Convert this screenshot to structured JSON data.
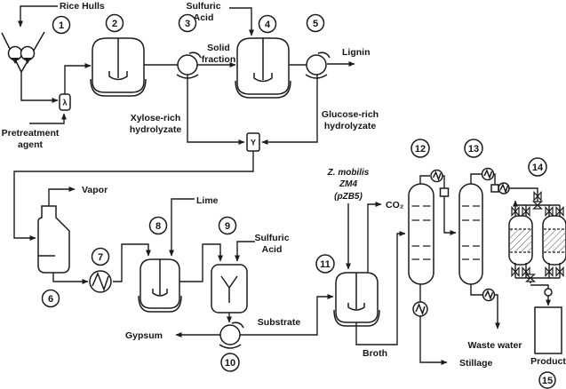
{
  "labels": {
    "rice_hulls": "Rice Hulls",
    "pretreatment_agent": [
      "Pretreatment",
      "agent"
    ],
    "sulfuric_acid_top": [
      "Sulfuric",
      "Acid"
    ],
    "solid_fraction": [
      "Solid",
      "fraction"
    ],
    "lignin": "Lignin",
    "xylose_hydrolyzate": [
      "Xylose-rich",
      "hydrolyzate"
    ],
    "glucose_hydrolyzate": [
      "Glucose-rich",
      "hydrolyzate"
    ],
    "vapor": "Vapor",
    "lime": "Lime",
    "sulfuric_acid_mid": [
      "Sulfuric",
      "Acid"
    ],
    "gypsum": "Gypsum",
    "substrate": "Substrate",
    "inoculum": [
      "Z. mobilis",
      "ZM4",
      "(pZB5)"
    ],
    "co2": "CO₂",
    "broth": "Broth",
    "stillage": "Stillage",
    "waste_water": "Waste water",
    "product": "Product"
  },
  "symbols": {
    "premix_unit": "λ",
    "junction_unit": "Y"
  },
  "equipment_numbers": [
    "1",
    "2",
    "3",
    "4",
    "5",
    "6",
    "7",
    "8",
    "9",
    "10",
    "11",
    "12",
    "13",
    "14",
    "15"
  ],
  "colors": {
    "ink": "#1c1c1c",
    "background": "#ffffff"
  }
}
